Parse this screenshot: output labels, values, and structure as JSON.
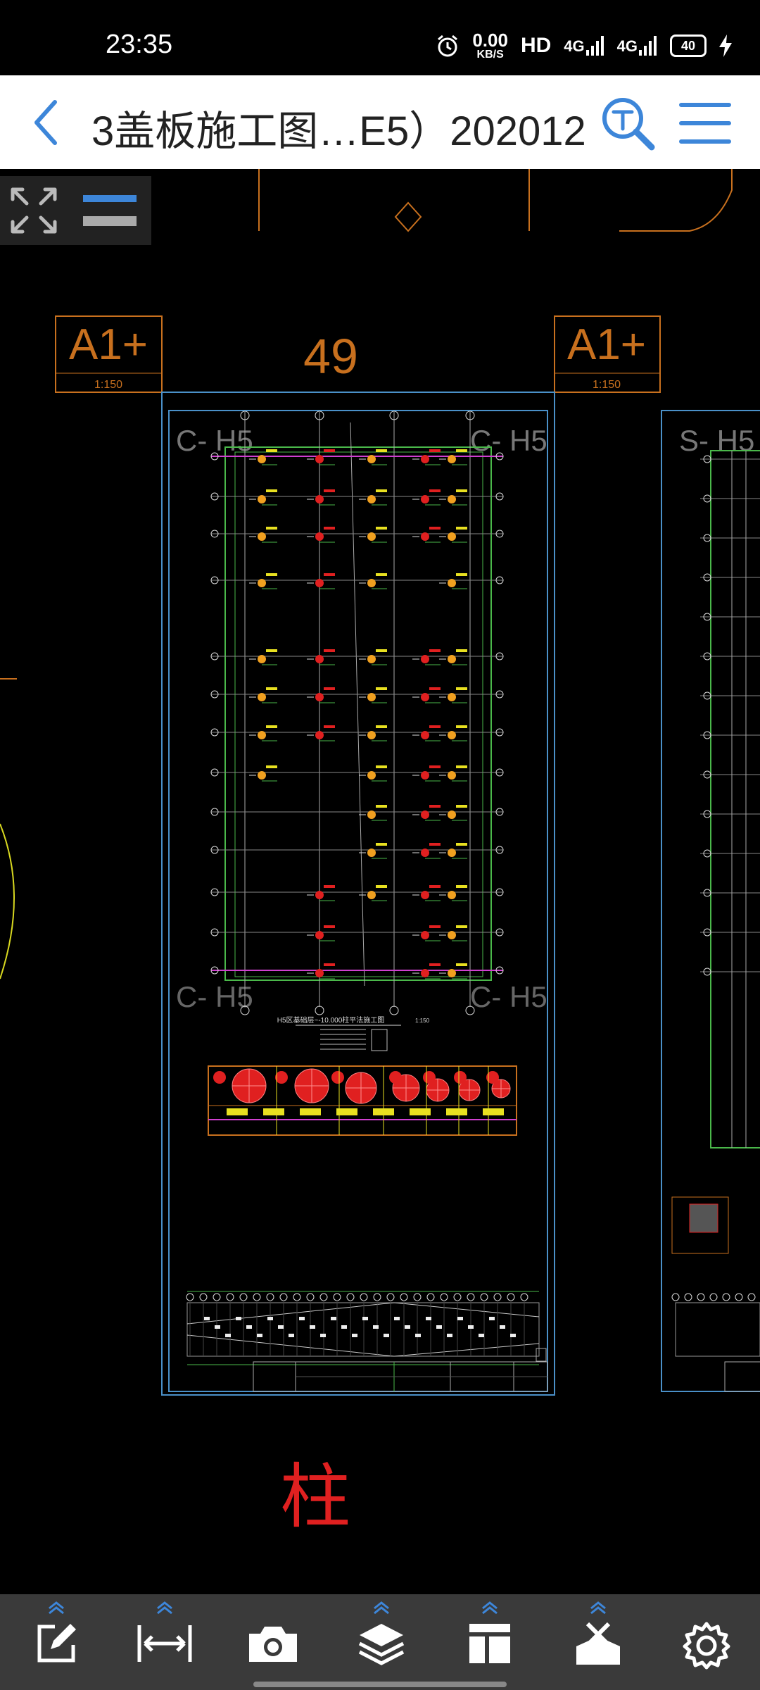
{
  "status_bar": {
    "time": "23:35",
    "net_speed_value": "0.00",
    "net_speed_unit": "KB/S",
    "hd_label": "HD",
    "signal1": "4G",
    "signal2": "4G",
    "battery": "40",
    "icons": [
      "alarm-icon",
      "charging-icon"
    ]
  },
  "header": {
    "title": "3盖板施工图…E5）202012",
    "icons": [
      "back-arrow-icon",
      "text-search-icon",
      "menu-icon"
    ]
  },
  "drawing": {
    "sheet_label_left": "A1+",
    "sheet_scale_left": "1:150",
    "sheet_label_right": "A1+",
    "sheet_scale_right": "1:150",
    "sheet_number": "49",
    "axis_top_left": "C- H5",
    "axis_top_right": "C- H5",
    "axis_bottom_left": "C- H5",
    "axis_bottom_right": "C- H5",
    "axis_right_sheet": "S- H5",
    "plan_title": "H5区基础层~-10.000柱平法施工图",
    "plan_scale": "1:150",
    "annotation": "柱"
  },
  "bottom_toolbar": {
    "buttons": [
      "edit-icon",
      "measure-icon",
      "camera-icon",
      "layers-icon",
      "layout-icon",
      "tools-icon",
      "settings-icon"
    ]
  },
  "colors": {
    "accent": "#3d86d9",
    "cad_background": "#000000",
    "cad_orange": "#c8701e",
    "cad_blue": "#4a90c8",
    "cad_green": "#4ab84a",
    "cad_magenta": "#d040d0",
    "cad_red": "#e02020",
    "cad_yellow": "#e8e020"
  }
}
